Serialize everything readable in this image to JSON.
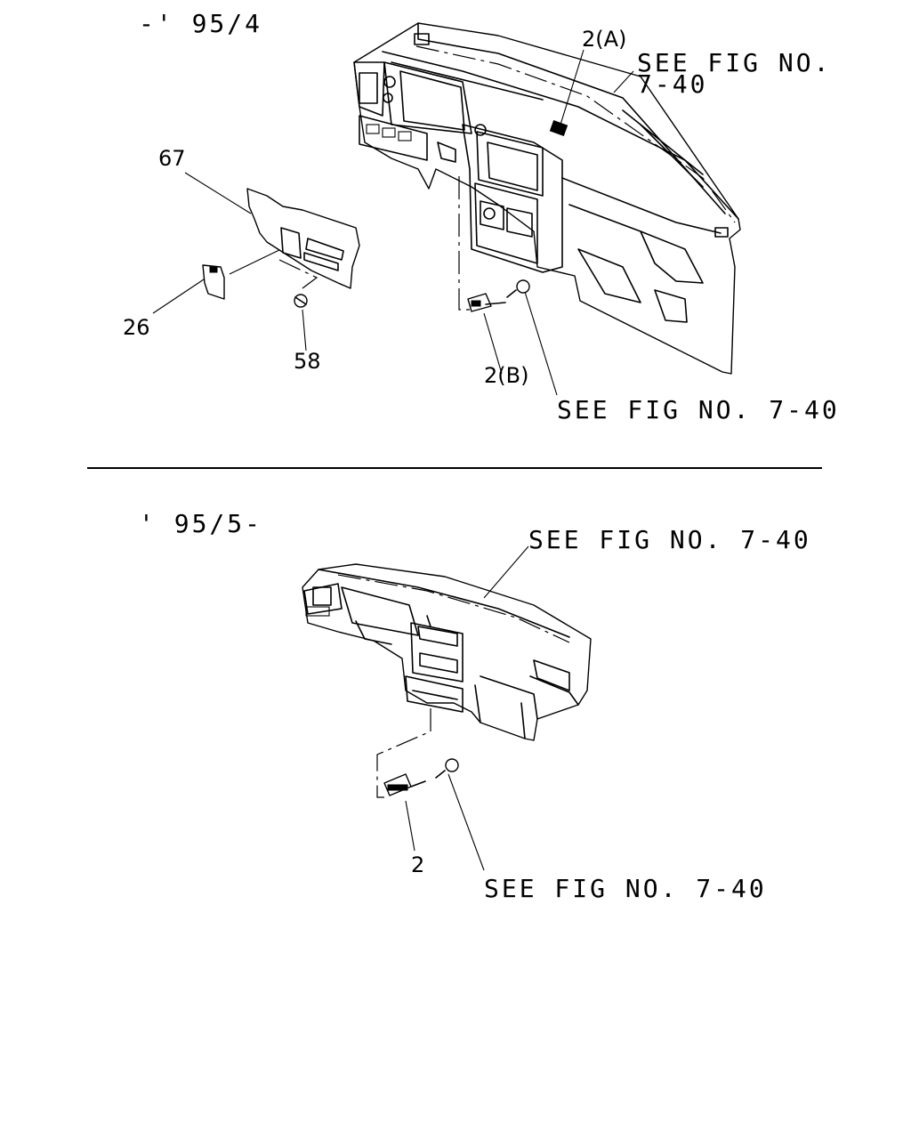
{
  "upper_section": {
    "period_label": "-' 95/4",
    "callouts": {
      "part_67": "67",
      "part_26": "26",
      "part_58": "58",
      "part_2a": "2(A)",
      "part_2b": "2(B)"
    },
    "ref_top_line1": "SEE FIG NO.",
    "ref_top_line2": "7-40",
    "ref_bottom": "SEE FIG NO. 7-40"
  },
  "lower_section": {
    "period_label": "' 95/5-",
    "callouts": {
      "part_2": "2"
    },
    "ref_top": "SEE FIG NO. 7-40",
    "ref_bottom": "SEE FIG NO. 7-40"
  }
}
